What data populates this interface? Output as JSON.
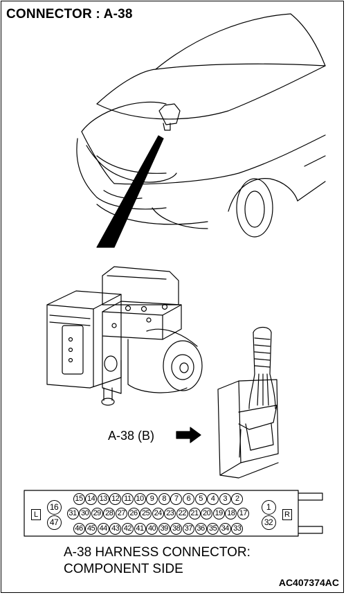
{
  "title": "CONNECTOR : A-38",
  "component_label": "A-38 (B)",
  "caption": {
    "line1": "A-38 HARNESS CONNECTOR:",
    "line2": "COMPONENT SIDE"
  },
  "figure_code": "AC407374AC",
  "connector": {
    "left_marker": "L",
    "right_marker": "R",
    "row1": [
      "15",
      "14",
      "13",
      "12",
      "11",
      "10",
      "9",
      "8",
      "7",
      "6",
      "5",
      "4",
      "3",
      "2"
    ],
    "row2": [
      "31",
      "30",
      "29",
      "28",
      "27",
      "26",
      "25",
      "24",
      "23",
      "22",
      "21",
      "20",
      "19",
      "18",
      "17"
    ],
    "row3": [
      "46",
      "45",
      "44",
      "43",
      "42",
      "41",
      "40",
      "39",
      "38",
      "37",
      "36",
      "35",
      "34",
      "33"
    ],
    "large_left": [
      "16",
      "47"
    ],
    "large_right": [
      "1",
      "32"
    ]
  }
}
